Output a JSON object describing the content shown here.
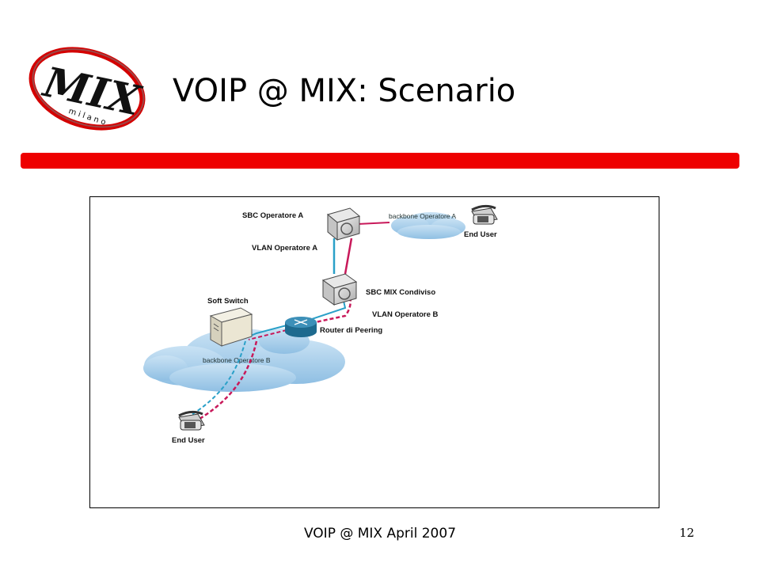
{
  "slide": {
    "title": "VOIP @ MIX: Scenario",
    "footer": "VOIP @ MIX April 2007",
    "page_number": "12"
  },
  "logo": {
    "main_text": "MIX",
    "sub_text": "milano"
  },
  "colors": {
    "accent_bar": "#ee0000",
    "line_operator_a": "#2aa0c8",
    "line_operator_b": "#c8195a",
    "cloud_fill": "#a6cde9"
  },
  "diagram": {
    "labels": {
      "sbc_operatore_a": "SBC Operatore A",
      "vlan_operatore_a": "VLAN Operatore A",
      "backbone_a": "backbone Operatore A",
      "end_user_top": "End User",
      "sbc_mix": "SBC MIX Condiviso",
      "vlan_operatore_b": "VLAN Operatore B",
      "router": "Router di Peering",
      "soft_switch": "Soft Switch",
      "backbone_b": "backbone Operatore B",
      "end_user_bottom": "End User"
    }
  }
}
